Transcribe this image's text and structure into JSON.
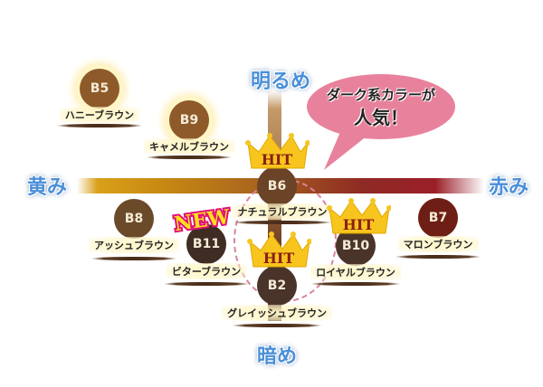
{
  "axes": {
    "top": "明るめ",
    "bottom": "暗め",
    "left": "黄み",
    "right": "赤み"
  },
  "callout": {
    "line1": "ダーク系カラーが",
    "line2": "人気！"
  },
  "badges": {
    "hit": "HIT",
    "new": "NEW"
  },
  "colors": {
    "accent_blue": "#4a8fd8",
    "bubble_pink": "#e8829c",
    "crown_yellow": "#f7c51e",
    "hit_text": "#8a1f14",
    "new_pink": "#e0107a",
    "new_yellow": "#ffe21a"
  },
  "shades": [
    {
      "code": "B5",
      "name": "ハニーブラウン",
      "color": "#8e5a2a",
      "badge": null
    },
    {
      "code": "B9",
      "name": "キャメルブラウン",
      "color": "#8e5a2a",
      "badge": null
    },
    {
      "code": "B6",
      "name": "ナチュラルブラウン",
      "color": "#6b4327",
      "badge": "HIT"
    },
    {
      "code": "B8",
      "name": "アッシュブラウン",
      "color": "#6b4a2a",
      "badge": null
    },
    {
      "code": "B11",
      "name": "ビターブラウン",
      "color": "#3f2c22",
      "badge": "NEW"
    },
    {
      "code": "B2",
      "name": "グレイッシュブラウン",
      "color": "#4a342a",
      "badge": "HIT"
    },
    {
      "code": "B10",
      "name": "ロイヤルブラウン",
      "color": "#4a342a",
      "badge": "HIT"
    },
    {
      "code": "B7",
      "name": "マロンブラウン",
      "color": "#6e1e14",
      "badge": null
    }
  ]
}
